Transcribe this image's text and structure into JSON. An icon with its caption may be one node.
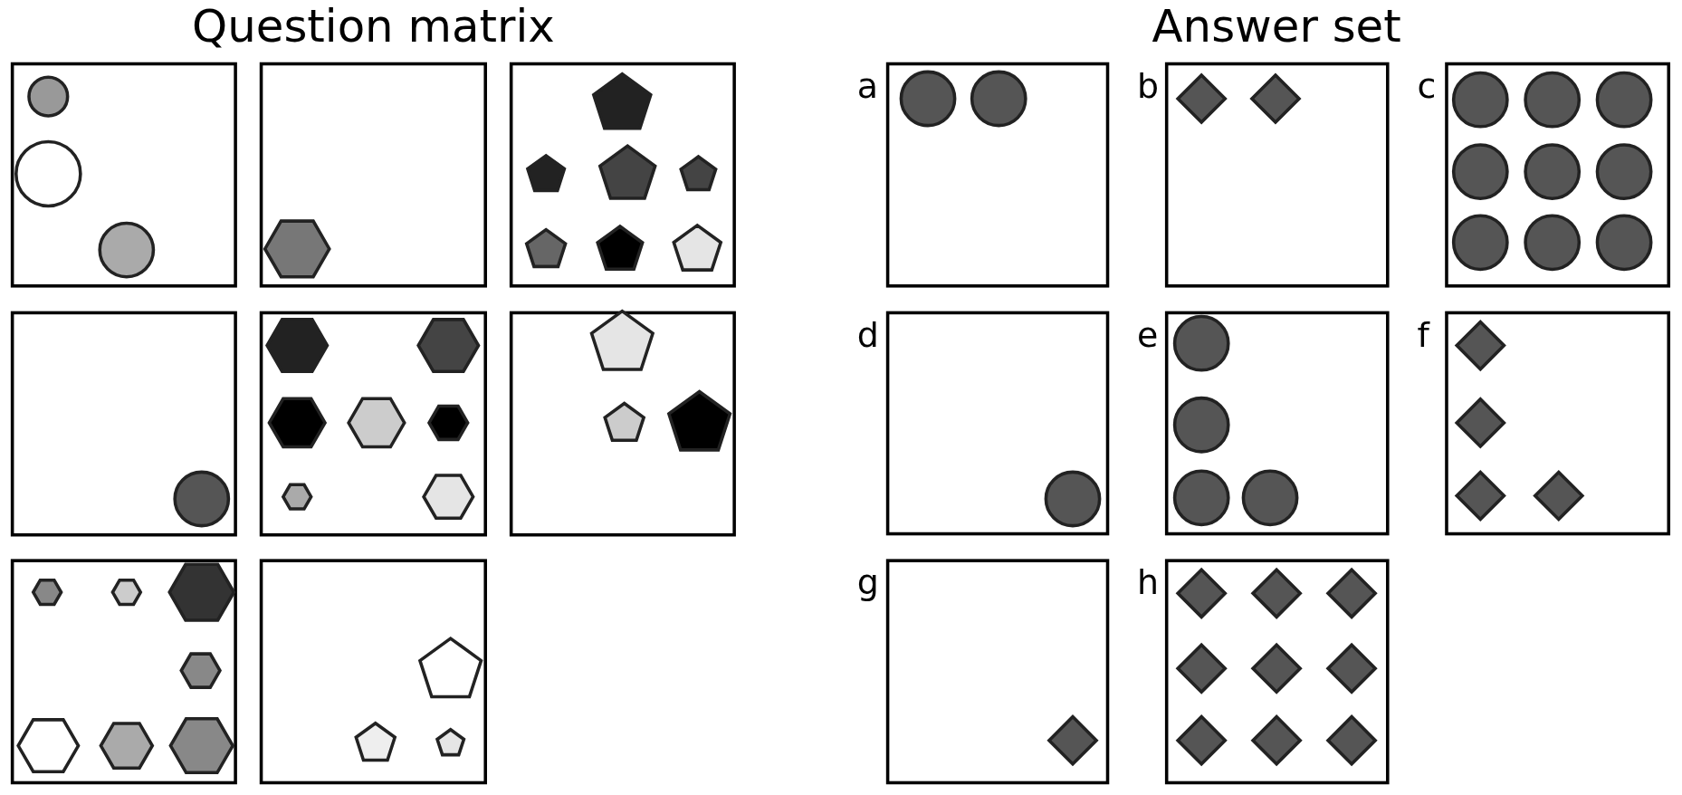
{
  "diagram": {
    "labels": [
      "Question matrix",
      "Answer set",
      "a",
      "b",
      "c",
      "d",
      "e",
      "f",
      "g",
      "h"
    ]
  }
}
